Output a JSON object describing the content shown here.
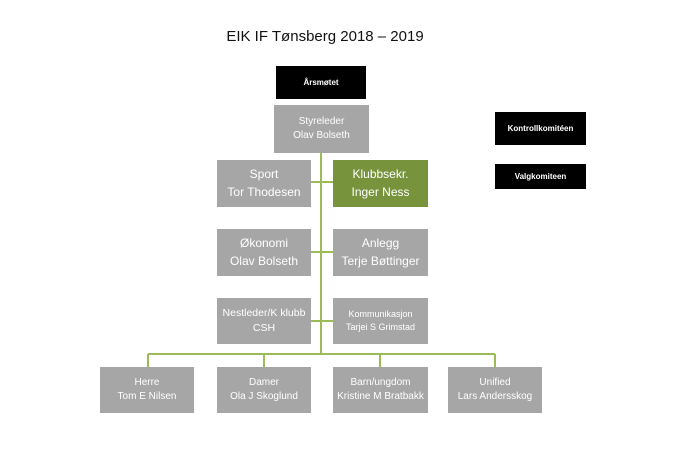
{
  "title": "EIK IF Tønsberg 2018 – 2019",
  "colors": {
    "gray_box": "#a6a6a6",
    "green_box": "#77933c",
    "black_box": "#000000",
    "line": "#9bbb59"
  },
  "nodes": {
    "arsmotet": {
      "line1": "Årsmøtet"
    },
    "styreleder": {
      "line1": "Styreleder",
      "line2": "Olav Bolseth"
    },
    "sport": {
      "line1": "Sport",
      "line2": "Tor Thodesen"
    },
    "klubbsekr": {
      "line1": "Klubbsekr.",
      "line2": "Inger Ness"
    },
    "okonomi": {
      "line1": "Økonomi",
      "line2": "Olav Bolseth"
    },
    "anlegg": {
      "line1": "Anlegg",
      "line2": "Terje Bøttinger"
    },
    "nestleder": {
      "line1": "Nestleder/K klubb",
      "line2": "CSH"
    },
    "kommunikasjon": {
      "line1": "Kommunikasjon",
      "line2": "Tarjei S Grimstad"
    },
    "herre": {
      "line1": "Herre",
      "line2": "Tom E Nilsen"
    },
    "damer": {
      "line1": "Damer",
      "line2": "Ola J Skoglund"
    },
    "barn": {
      "line1": "Barn/ungdom",
      "line2": "Kristine M Bratbakk"
    },
    "unified": {
      "line1": "Unified",
      "line2": "Lars Andersskog"
    },
    "kontroll": {
      "line1": "Kontrollkomitéen"
    },
    "valg": {
      "line1": "Valgkomiteen"
    }
  }
}
